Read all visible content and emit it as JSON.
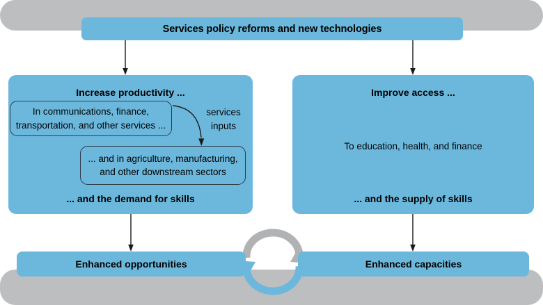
{
  "figure": {
    "title": "Services policy reforms and new technologies",
    "colors": {
      "band_gray": "#bcbec0",
      "box_blue": "#6cb8dd",
      "text_black": "#000000",
      "arrow_black": "#1a1a1a",
      "cycle_arrow_gray": "#b0b2b4",
      "cycle_arrow_blue": "#6cb8dd"
    }
  },
  "top": {
    "title_label": "Services policy reforms and new technologies"
  },
  "left_panel": {
    "heading": "Increase productivity ...",
    "inner_boxes": [
      {
        "label": "In communications, finance, transportation, and other services ..."
      },
      {
        "label": "... and in agriculture, manufacturing, and other downstream sectors"
      }
    ],
    "connector_label": "services inputs",
    "connector_label_line1": "services",
    "connector_label_line2": "inputs",
    "footer": "... and the demand for skills"
  },
  "right_panel": {
    "heading": "Improve access ...",
    "body": "To education, health, and finance",
    "footer": "... and the supply of skills"
  },
  "bottom": {
    "left_label": "Enhanced opportunities",
    "right_label": "Enhanced capacities"
  },
  "icons": {
    "arrow_down": "down-arrow-icon",
    "curved_arrow": "curved-arrow-icon",
    "cycle": "circular-cycle-arrows-icon"
  }
}
